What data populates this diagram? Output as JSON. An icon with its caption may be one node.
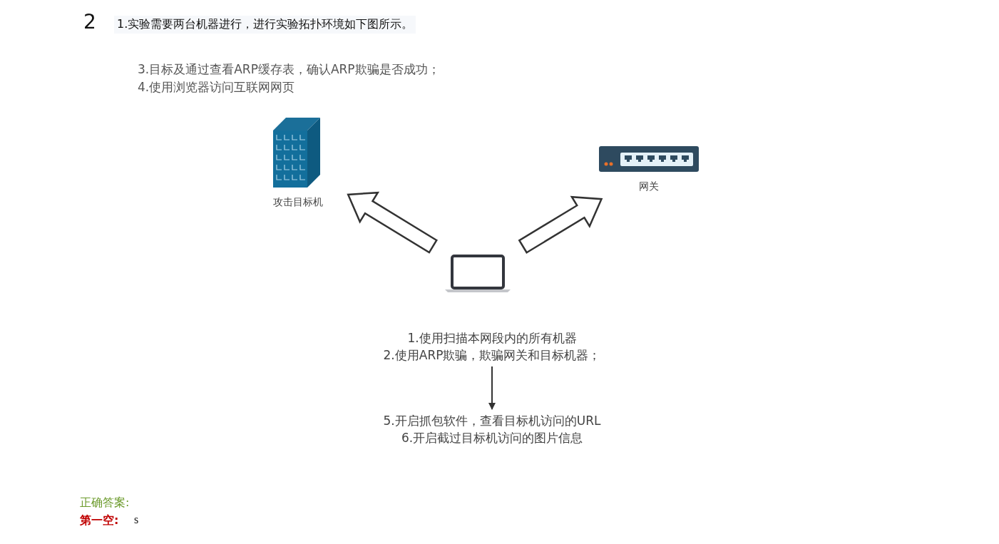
{
  "diagram": {
    "nodes": [
      {
        "text": [
          "攻击目标机"
        ]
      },
      {
        "text": [
          "网关"
        ]
      },
      {
        "text": [],
        "shape": "laptop"
      },
      {
        "text": [
          "1.使用扫描本网段内的所有机器",
          "2.使用ARP欺骗，欺骗网关和目标机器；"
        ]
      },
      {
        "text": [
          "5.开启抓包软件，查看目标机访问的URL",
          "6.开启截过目标机访问的图片信息"
        ]
      }
    ],
    "edges": [
      {
        "from": 2,
        "to": 0,
        "arrow": "to"
      },
      {
        "from": 2,
        "to": 1,
        "arrow": "to"
      },
      {
        "from": 3,
        "to": 4,
        "arrow": "to"
      }
    ],
    "labels": [
      "2",
      "1.实验需要两台机器进行，进行实验拓扑环境如下图所示。",
      "3.目标及通过查看ARP缓存表，确认ARP欺骗是否成功；",
      "4.使用浏览器访问互联网网页",
      "正确答案:",
      "第一空:",
      "s"
    ]
  }
}
